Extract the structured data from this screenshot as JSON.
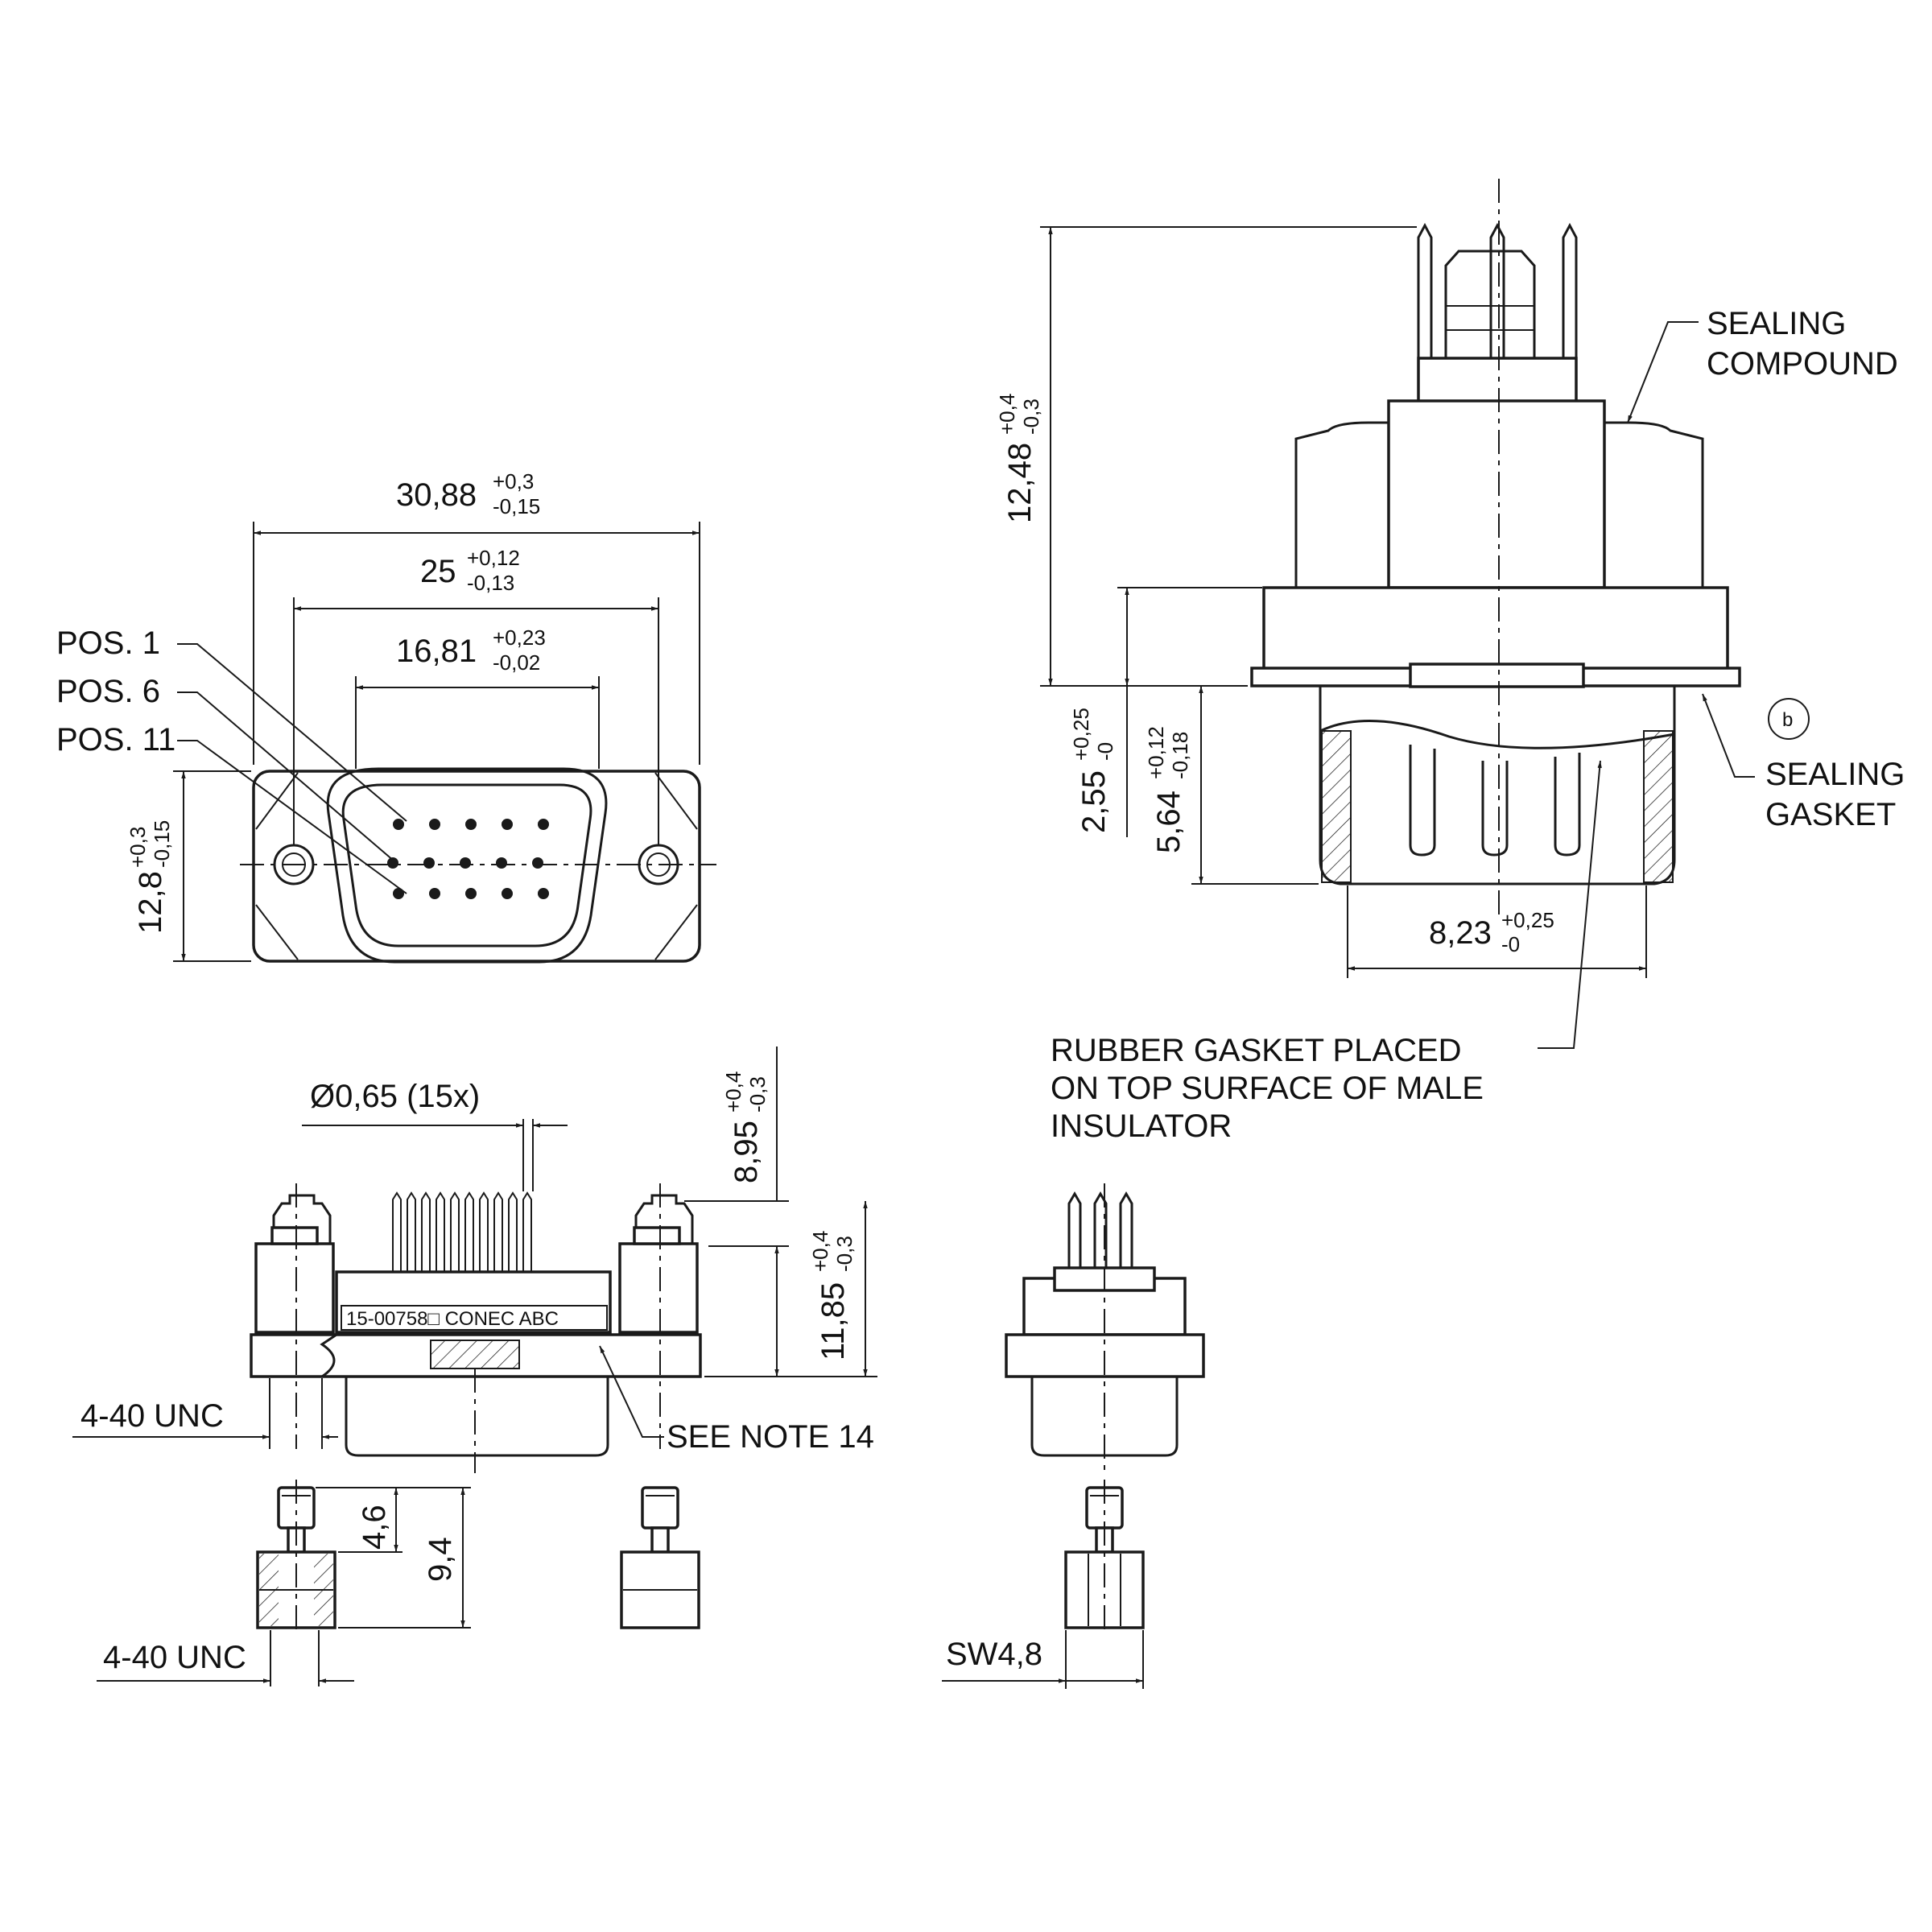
{
  "front_view": {
    "dim_overall_width": {
      "value": "30,88",
      "upper": "+0,3",
      "lower": "-0,15"
    },
    "dim_mounting_holes": {
      "value": "25",
      "upper": "+0,12",
      "lower": "-0,13"
    },
    "dim_shell_width": {
      "value": "16,81",
      "upper": "+0,23",
      "lower": "-0,02"
    },
    "dim_height": {
      "value": "12,8",
      "upper": "+0,3",
      "lower": "-0,15"
    },
    "pos_labels": [
      "POS. 1",
      "POS. 6",
      "POS. 11"
    ]
  },
  "right_view": {
    "dim_total_height": {
      "value": "12,48",
      "upper": "+0,4",
      "lower": "-0,3"
    },
    "dim_flange": {
      "value": "2,55",
      "upper": "+0,25",
      "lower": "-0"
    },
    "dim_shell_height": {
      "value": "5,64",
      "upper": "+0,12",
      "lower": "-0,18"
    },
    "dim_shell_width": {
      "value": "8,23",
      "upper": "+0,25",
      "lower": "-0"
    },
    "sealing_compound": [
      "SEALING",
      "COMPOUND"
    ],
    "sealing_gasket": [
      "SEALING",
      "GASKET"
    ],
    "callout_b": "b",
    "rubber_gasket_note": [
      "RUBBER GASKET PLACED",
      "ON TOP SURFACE OF MALE",
      "INSULATOR"
    ]
  },
  "side_view": {
    "dim_pin_diameter": "Ø0,65 (15x)",
    "dim_pin_length": {
      "value": "8,95",
      "upper": "+0,4",
      "lower": "-0,3"
    },
    "dim_overall_height": {
      "value": "11,85",
      "upper": "+0,4",
      "lower": "-0,3"
    },
    "marking": "15-00758□  CONEC  ABC",
    "thread_label": "4-40 UNC",
    "note_label": "SEE NOTE 14"
  },
  "standoff": {
    "dim_stud": "4,6",
    "dim_total": "9,4",
    "thread_label": "4-40 UNC",
    "wrench_size": "SW4,8"
  }
}
